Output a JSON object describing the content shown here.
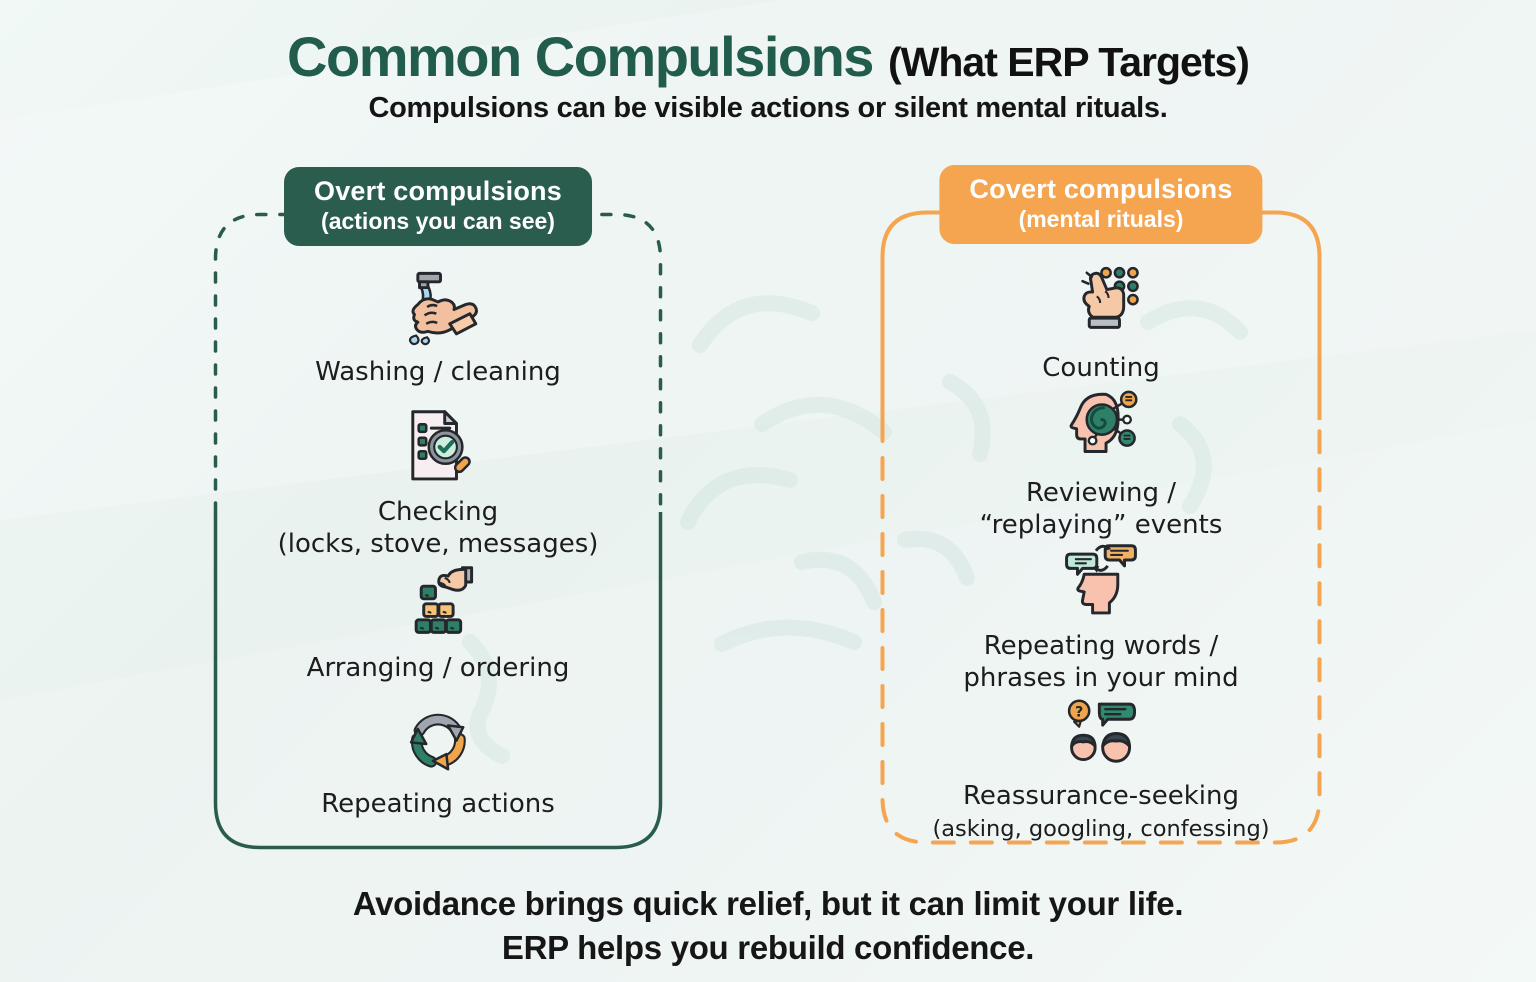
{
  "header": {
    "title": "Common Compulsions",
    "title_suffix": "(What ERP Targets)",
    "subtitle": "Compulsions can be visible actions or silent mental rituals."
  },
  "colors": {
    "accent_green": "#2b5d4f",
    "accent_orange": "#f5a54f",
    "title_green": "#215c4c",
    "text_dark": "#1d1d1d",
    "background": "#edf4f2"
  },
  "columns": {
    "overt": {
      "badge_title": "Overt compulsions",
      "badge_subtitle": "(actions you can see)",
      "accent_color": "#2b5d4f",
      "border_style": "dashed-to-solid",
      "items": [
        {
          "icon": "washing-hands-icon",
          "label": "Washing / cleaning"
        },
        {
          "icon": "checklist-magnifier-icon",
          "label": "Checking",
          "label2": "(locks, stove, messages)"
        },
        {
          "icon": "stacking-blocks-icon",
          "label": "Arranging / ordering"
        },
        {
          "icon": "cycle-arrows-icon",
          "label": "Repeating actions"
        }
      ]
    },
    "covert": {
      "badge_title": "Covert compulsions",
      "badge_subtitle": "(mental rituals)",
      "accent_color": "#f5a54f",
      "border_style": "solid-to-dashed",
      "items": [
        {
          "icon": "counting-hand-icon",
          "label": "Counting"
        },
        {
          "icon": "head-spiral-icon",
          "label": "Reviewing /",
          "label2": "“replaying” events"
        },
        {
          "icon": "head-speech-icon",
          "label": "Repeating words /",
          "label2": "phrases in your mind"
        },
        {
          "icon": "people-talking-icon",
          "label": "Reassurance-seeking",
          "sublabel": "(asking, googling, confessing)"
        }
      ]
    }
  },
  "footer": {
    "line1": "Avoidance brings quick relief, but it can limit your life.",
    "line2": "ERP helps you rebuild confidence."
  }
}
